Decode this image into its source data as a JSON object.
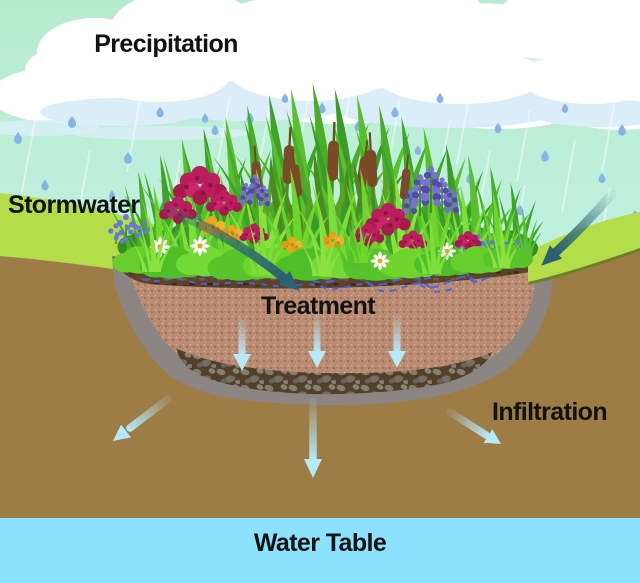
{
  "diagram": {
    "type": "rain-garden-cross-section",
    "description": "Illustrated cross-section of a rain garden showing stormwater flow from precipitation through treatment and infiltration down to the water table"
  },
  "labels": {
    "precipitation": "Precipitation",
    "stormwater": "Stormwater",
    "treatment": "Treatment",
    "infiltration": "Infiltration",
    "water_table": "Water Table"
  },
  "icons": [
    {
      "name": "rain-drop-icon",
      "meaning": "falling precipitation"
    },
    {
      "name": "stormwater-arrow-icon",
      "meaning": "runoff flowing into basin from both sides"
    },
    {
      "name": "treatment-arrow-icon",
      "meaning": "water filtering down through soil media"
    },
    {
      "name": "infiltration-arrow-icon",
      "meaning": "water percolating into native soil toward water table"
    }
  ],
  "colors": {
    "sky_top": "#b7ebcf",
    "sky_bottom": "#c9f5f0",
    "cloud": "#ffffff",
    "cloud_shade": "#dbedf9",
    "rain_drop": "#85b4e8",
    "hill_grass": "#b3dd49",
    "hill_edge": "#6e7f2c",
    "soil_brown": "#9d7c46",
    "liner_gray": "#8b8683",
    "soil_media": "#b88a71",
    "mulch": "#5c4228",
    "mulch_water": "#4565e0",
    "gravel": "#53402a",
    "water_table": "#8ce1fd",
    "inflow_arrow": "#2a6173",
    "flow_arrow": "#b5e8f8",
    "label_text": "#121212"
  }
}
